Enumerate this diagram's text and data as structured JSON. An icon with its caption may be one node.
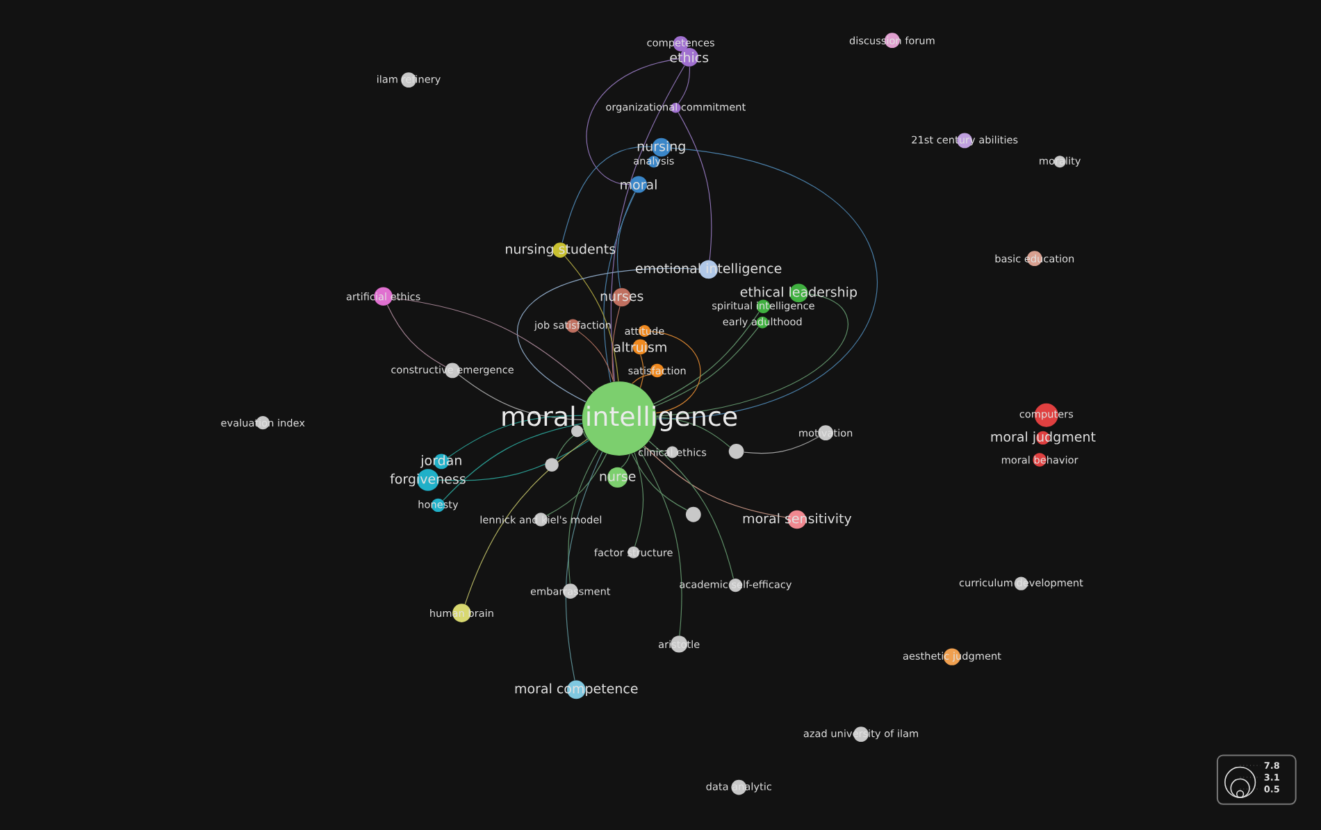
{
  "diagram": {
    "nodes": [
      {
        "text": [
          "moral intelligence"
        ]
      },
      {
        "text": [
          "competences"
        ]
      },
      {
        "text": [
          "ethics"
        ]
      },
      {
        "text": [
          "organizational commitment"
        ]
      },
      {
        "text": [
          "nursing"
        ]
      },
      {
        "text": [
          "analysis"
        ]
      },
      {
        "text": [
          "moral"
        ]
      },
      {
        "text": [
          "nursing students"
        ]
      },
      {
        "text": [
          "emotional intelligence"
        ]
      },
      {
        "text": [
          "nurses"
        ]
      },
      {
        "text": [
          "ethical leadership"
        ]
      },
      {
        "text": [
          "spiritual intelligence"
        ]
      },
      {
        "text": [
          "early adulthood"
        ]
      },
      {
        "text": [
          "job satisfaction"
        ]
      },
      {
        "text": [
          "attitude"
        ]
      },
      {
        "text": [
          "altruism"
        ]
      },
      {
        "text": [
          "satisfaction"
        ]
      },
      {
        "text": [
          "artificial ethics"
        ]
      },
      {
        "text": [
          "constructive emergence"
        ]
      },
      {
        "text": [
          "evaluation index"
        ]
      },
      {
        "text": [
          "jordan"
        ]
      },
      {
        "text": [
          "forgiveness"
        ]
      },
      {
        "text": [
          "honesty"
        ]
      },
      {
        "text": [
          "nurse"
        ]
      },
      {
        "text": [
          "clinical ethics"
        ]
      },
      {
        "text": [
          "motivation"
        ]
      },
      {
        "text": [
          "lennick and kiel's model"
        ]
      },
      {
        "text": [
          "moral sensitivity"
        ]
      },
      {
        "text": [
          "factor structure"
        ]
      },
      {
        "text": [
          "embarrassment"
        ]
      },
      {
        "text": [
          "academic self-efficacy"
        ]
      },
      {
        "text": [
          "human brain"
        ]
      },
      {
        "text": [
          "aristotle"
        ]
      },
      {
        "text": [
          "moral competence"
        ]
      },
      {
        "text": [
          "ilam refinery"
        ]
      },
      {
        "text": [
          "discussion forum"
        ]
      },
      {
        "text": [
          "21st century abilities"
        ]
      },
      {
        "text": [
          "morality"
        ]
      },
      {
        "text": [
          "basic education"
        ]
      },
      {
        "text": [
          "computers"
        ]
      },
      {
        "text": [
          "moral judgment"
        ]
      },
      {
        "text": [
          "moral behavior"
        ]
      },
      {
        "text": [
          "curriculum development"
        ]
      },
      {
        "text": [
          "aesthetic judgment"
        ]
      },
      {
        "text": [
          "azad university of ilam"
        ]
      },
      {
        "text": [
          "data analytic"
        ]
      },
      {
        "text": [],
        "shape": "circle"
      },
      {
        "text": [],
        "shape": "circle"
      },
      {
        "text": [],
        "shape": "circle"
      },
      {
        "text": [],
        "shape": "circle"
      }
    ],
    "edges": [
      {
        "from": 0,
        "to": 2,
        "arrow": "none",
        "color": "#8a70b0"
      },
      {
        "from": 0,
        "to": 4,
        "arrow": "none",
        "color": "#4a7fa8"
      },
      {
        "from": 0,
        "to": 6,
        "arrow": "none",
        "color": "#4a7fa8"
      },
      {
        "from": 0,
        "to": 7,
        "arrow": "none",
        "color": "#a8a040"
      },
      {
        "from": 0,
        "to": 8,
        "arrow": "none",
        "color": "#8aa4c0"
      },
      {
        "from": 0,
        "to": 9,
        "arrow": "none",
        "color": "#b07060"
      },
      {
        "from": 0,
        "to": 10,
        "arrow": "none"
      },
      {
        "from": 0,
        "to": 11,
        "arrow": "none"
      },
      {
        "from": 0,
        "to": 12,
        "arrow": "none"
      },
      {
        "from": 0,
        "to": 13,
        "arrow": "none",
        "color": "#b07060"
      },
      {
        "from": 0,
        "to": 14,
        "arrow": "none",
        "color": "#d08030"
      },
      {
        "from": 0,
        "to": 15,
        "arrow": "none",
        "color": "#d08030"
      },
      {
        "from": 0,
        "to": 16,
        "arrow": "none",
        "color": "#d08030"
      },
      {
        "from": 0,
        "to": 17,
        "arrow": "none",
        "color": "#a08090"
      },
      {
        "from": 0,
        "to": 18,
        "arrow": "none",
        "color": "#a0a0a0"
      },
      {
        "from": 0,
        "to": 20,
        "arrow": "none",
        "color": "#2a9a90"
      },
      {
        "from": 0,
        "to": 21,
        "arrow": "none",
        "color": "#2a9a90"
      },
      {
        "from": 0,
        "to": 22,
        "arrow": "none",
        "color": "#2a9a90"
      },
      {
        "from": 0,
        "to": 23,
        "arrow": "none"
      },
      {
        "from": 0,
        "to": 24,
        "arrow": "none"
      },
      {
        "from": 0,
        "to": 26,
        "arrow": "none"
      },
      {
        "from": 0,
        "to": 27,
        "arrow": "none",
        "color": "#c09080"
      },
      {
        "from": 0,
        "to": 28,
        "arrow": "none"
      },
      {
        "from": 0,
        "to": 29,
        "arrow": "none"
      },
      {
        "from": 0,
        "to": 30,
        "arrow": "none"
      },
      {
        "from": 0,
        "to": 31,
        "arrow": "none",
        "color": "#b0b060"
      },
      {
        "from": 0,
        "to": 32,
        "arrow": "none"
      },
      {
        "from": 0,
        "to": 33,
        "arrow": "none",
        "color": "#5a8a90"
      },
      {
        "from": 0,
        "to": 46,
        "arrow": "none"
      },
      {
        "from": 0,
        "to": 47,
        "arrow": "none"
      },
      {
        "from": 0,
        "to": 48,
        "arrow": "none"
      },
      {
        "from": 0,
        "to": 49,
        "arrow": "none"
      },
      {
        "from": 2,
        "to": 3,
        "arrow": "none",
        "color": "#8a70b0"
      },
      {
        "from": 3,
        "to": 8,
        "arrow": "none",
        "color": "#8a70b0"
      },
      {
        "from": 2,
        "to": 6,
        "arrow": "none",
        "color": "#8a70b0"
      },
      {
        "from": 17,
        "to": 18,
        "arrow": "none",
        "color": "#a08090"
      },
      {
        "from": 25,
        "to": 48,
        "arrow": "none",
        "color": "#a0a0a0"
      },
      {
        "from": 6,
        "to": 9,
        "arrow": "none",
        "color": "#4a7fa8"
      },
      {
        "from": 4,
        "to": 7,
        "arrow": "none",
        "color": "#4a7fa8"
      }
    ],
    "labels": [
      "7.8",
      "3.1",
      "0.5"
    ]
  }
}
